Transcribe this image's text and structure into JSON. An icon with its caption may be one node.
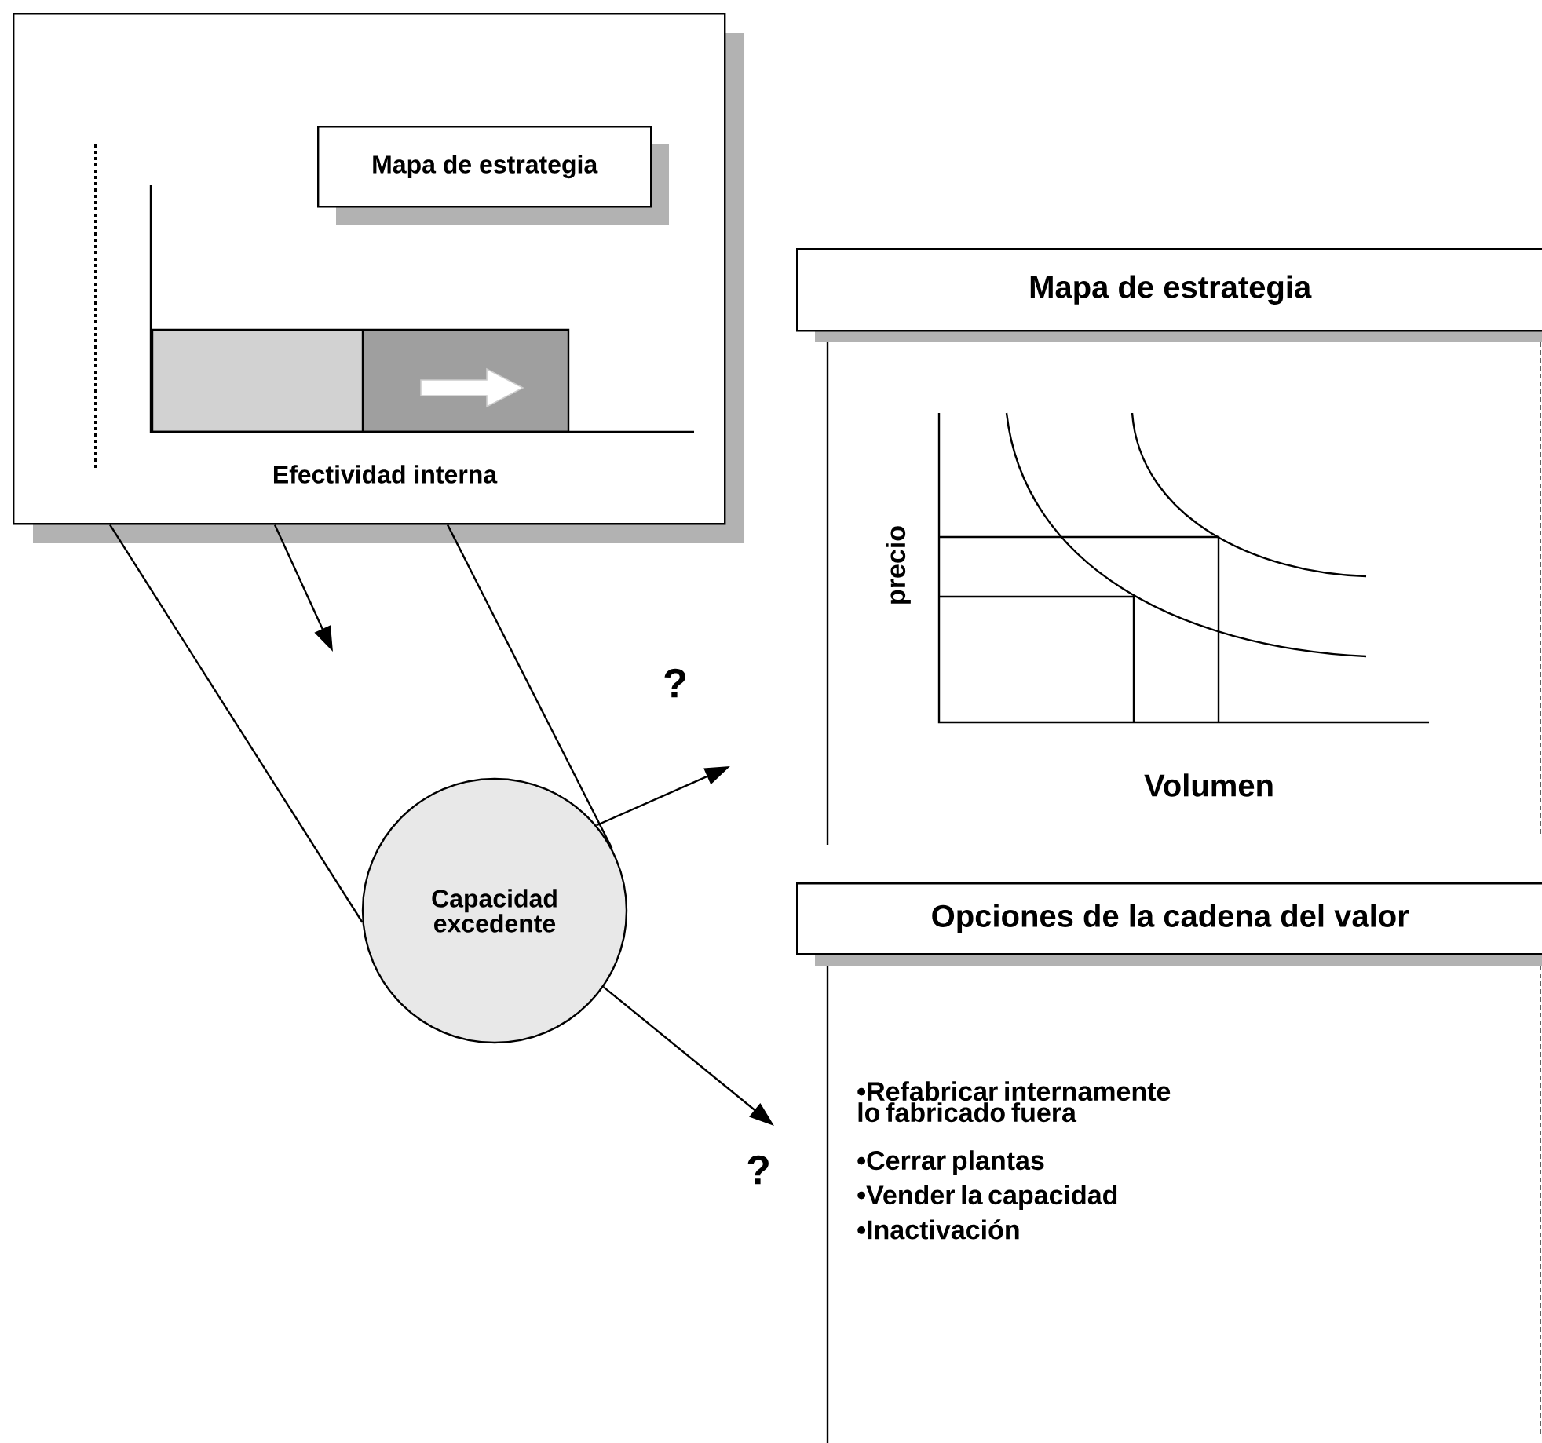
{
  "diagram": {
    "nodes": [
      {
        "text": [
          "Efectividad interna"
        ]
      },
      {
        "text": [
          "Mapa de estrategia"
        ],
        "in": 0
      },
      {
        "text": [
          "Mapa de estrategia"
        ]
      },
      {
        "text": [
          "precio",
          "Volumen"
        ]
      },
      {
        "text": [
          "Opciones de la cadena del valor"
        ]
      },
      {
        "text": [
          "•Refabricar internamente lo fabricado fuera",
          "•Cerrar plantas",
          "•Vender la capacidad",
          "•Inactivación"
        ]
      },
      {
        "text": [
          "Capacidad excedente"
        ]
      }
    ],
    "edges": [
      {
        "from": 0,
        "to": 6,
        "arrow": "none"
      },
      {
        "from": 0,
        "to": 6,
        "arrow": "none"
      },
      {
        "from": 0,
        "to": null,
        "arrow": "to"
      },
      {
        "from": 6,
        "to": null,
        "arrow": "to"
      },
      {
        "from": 6,
        "to": null,
        "arrow": "to"
      }
    ],
    "labels": [
      "?",
      "?"
    ]
  }
}
